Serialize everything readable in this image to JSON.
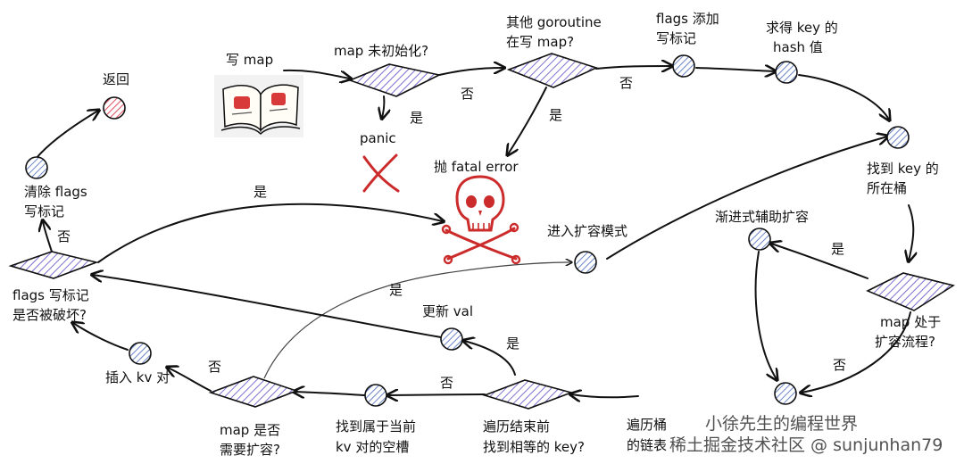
{
  "labels": {
    "write_map": "写 map",
    "map_init": "map 未初始化?",
    "other_goroutine": "其他 goroutine",
    "writing_map": "在写 map?",
    "flags_add": "flags 添加",
    "write_flag": "写标记",
    "calc_hash_1": "求得 key 的",
    "calc_hash_2": "hash 值",
    "return": "返回",
    "yes": "是",
    "no": "否",
    "panic": "panic",
    "throw_fatal": "抛 fatal error",
    "find_bucket_1": "找到 key 的",
    "find_bucket_2": "所在桶",
    "clear_flags_1": "清除 flags",
    "clear_flags_2": "写标记",
    "incremental": "渐进式辅助扩容",
    "enter_grow": "进入扩容模式",
    "flags_broken_1": "flags 写标记",
    "flags_broken_2": "是否被破坏?",
    "update_val": "更新 val",
    "map_growing_1": "map 处于",
    "map_growing_2": "扩容流程?",
    "insert_kv": "插入 kv 对",
    "need_grow_1": "map 是否",
    "need_grow_2": "需要扩容?",
    "find_slot_1": "找到属于当前",
    "find_slot_2": "kv 对的空槽",
    "loop_end_1": "遍历结束前",
    "loop_end_2": "找到相等的 key?",
    "iterate_bucket_1": "遍历桶",
    "iterate_bucket_2": "的链表",
    "watermark_1": "小徐先生的编程世界",
    "watermark_2": "稀土掘金技术社区 @ sunjunhan79"
  },
  "colors": {
    "ink": "#111111",
    "hatch": "#7b6fd0",
    "node_fill": "#c9d6ef",
    "return_fill": "#f08a95",
    "danger": "#cc2b2b"
  }
}
